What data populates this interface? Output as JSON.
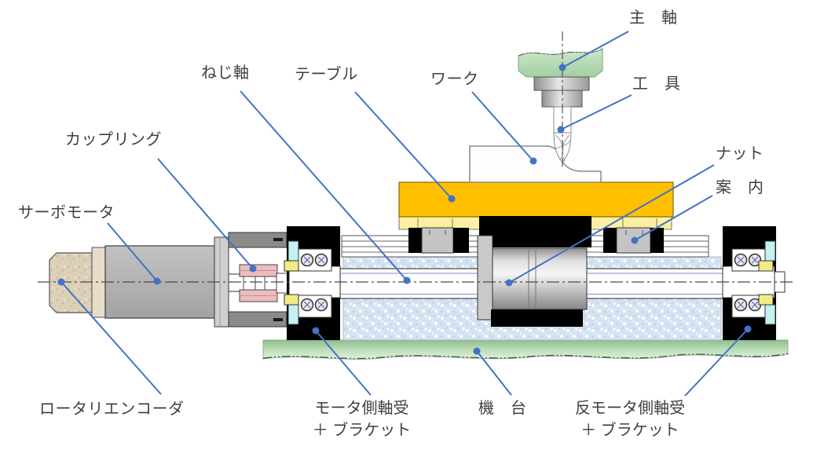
{
  "diagram": {
    "description": "Ball screw feed drive system cross-section diagram (machine tool feed axis)",
    "type": "mechanical-cutaway-diagram"
  },
  "labels": {
    "spindle": "主　軸",
    "tool": "工　具",
    "workpiece": "ワーク",
    "table": "テーブル",
    "screw_shaft": "ねじ軸",
    "coupling": "カップリング",
    "servo_motor": "サーボモータ",
    "rotary_encoder": "ロータリエンコーダ",
    "nut": "ナット",
    "guide": "案　内",
    "machine_base": "機　台",
    "motor_side_bearing": {
      "line1": "モータ側軸受",
      "line2": "＋ ブラケット"
    },
    "opposite_side_bearing": {
      "line1": "反モータ側軸受",
      "line2": "＋ ブラケット"
    }
  },
  "colors": {
    "leader_blue": "#4472C4",
    "label_text": "#3F3F3F",
    "table_orange": "#FFC000",
    "table_rim_yellow": "#FBF0A2",
    "machine_base_green": "#A9D3A6",
    "spindle_head_green": "#C5E5C2",
    "support_block_blue": "#D4E2F1",
    "coupling_pink": "#EDBDBD",
    "bearing_collar_cyan": "#C4F0F2",
    "bearing_spacer_yellow": "#F2EA85",
    "motor_gray": "#B3B3B3",
    "encoder_tan": "#DCD1B8",
    "bracket_black": "#000000"
  }
}
